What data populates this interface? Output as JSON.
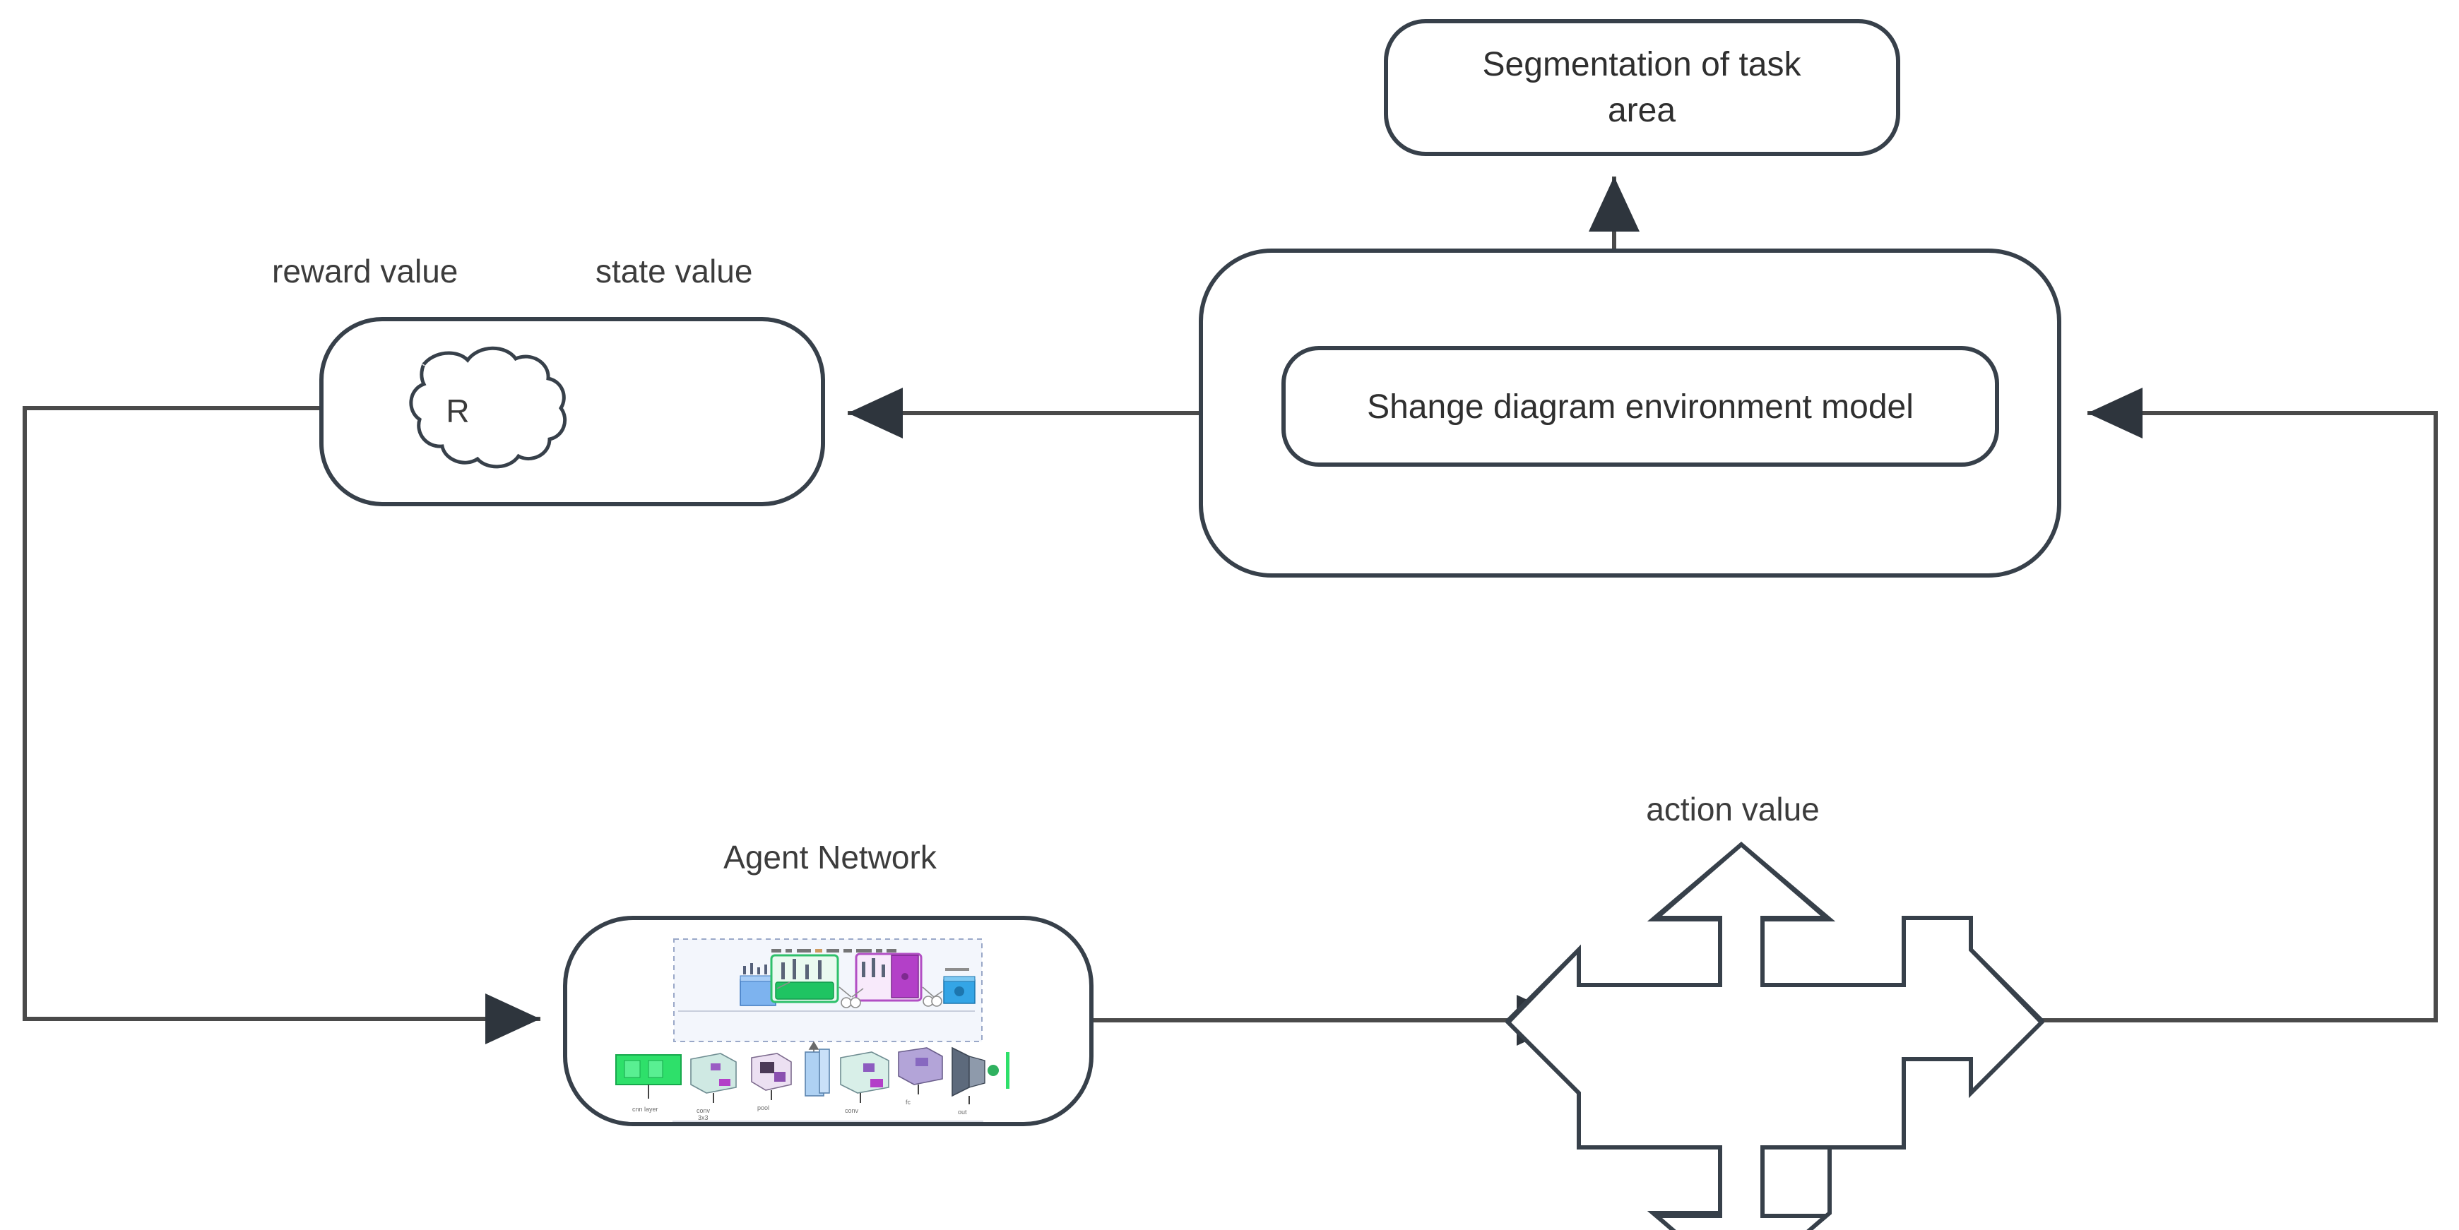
{
  "diagram": {
    "title": "Reinforcement learning framework with environment model and agent network",
    "background_color": "#ffffff",
    "line_color": "#37404a",
    "text_color": "#3c3c3c"
  },
  "nodes": {
    "segmentation": {
      "label_line1": "Segmentation of task",
      "label_line2": "area",
      "shape": "rounded-rectangle"
    },
    "environment": {
      "inner_label": "Shange diagram environment model",
      "shape": "rounded-rectangle"
    },
    "reward": {
      "cloud_label": "R",
      "shape": "rounded-rectangle",
      "icon": "cloud-icon"
    },
    "agent": {
      "caption": "Agent Network",
      "shape": "rounded-rectangle",
      "thumbnail": "neural-network-architecture-thumbnail"
    },
    "action": {
      "caption": "action value",
      "shape": "four-way-cross-arrow"
    }
  },
  "edge_labels": {
    "reward_value": "reward value",
    "state_value": "state value",
    "action_value": "action value"
  },
  "edges": [
    {
      "from": "environment",
      "to": "segmentation",
      "direction": "up",
      "name": "environment-to-segmentation"
    },
    {
      "from": "environment",
      "to": "reward",
      "direction": "left",
      "name": "environment-to-reward"
    },
    {
      "from": "reward",
      "to": "agent",
      "direction": "left-down-right",
      "name": "reward-to-agent"
    },
    {
      "from": "agent",
      "to": "action",
      "direction": "right",
      "name": "agent-to-action"
    },
    {
      "from": "action",
      "to": "environment",
      "direction": "right-up-left",
      "name": "action-to-environment"
    }
  ],
  "thumbnail_colors": {
    "blue": "#6aa6e8",
    "green": "#27c96a",
    "purple": "#b24fc4",
    "cyan": "#2e9fe0",
    "bright_green": "#2ee06a",
    "mint": "#cfe9e3",
    "lavender": "#b3a4d8",
    "panel": "#f3f6fc"
  }
}
